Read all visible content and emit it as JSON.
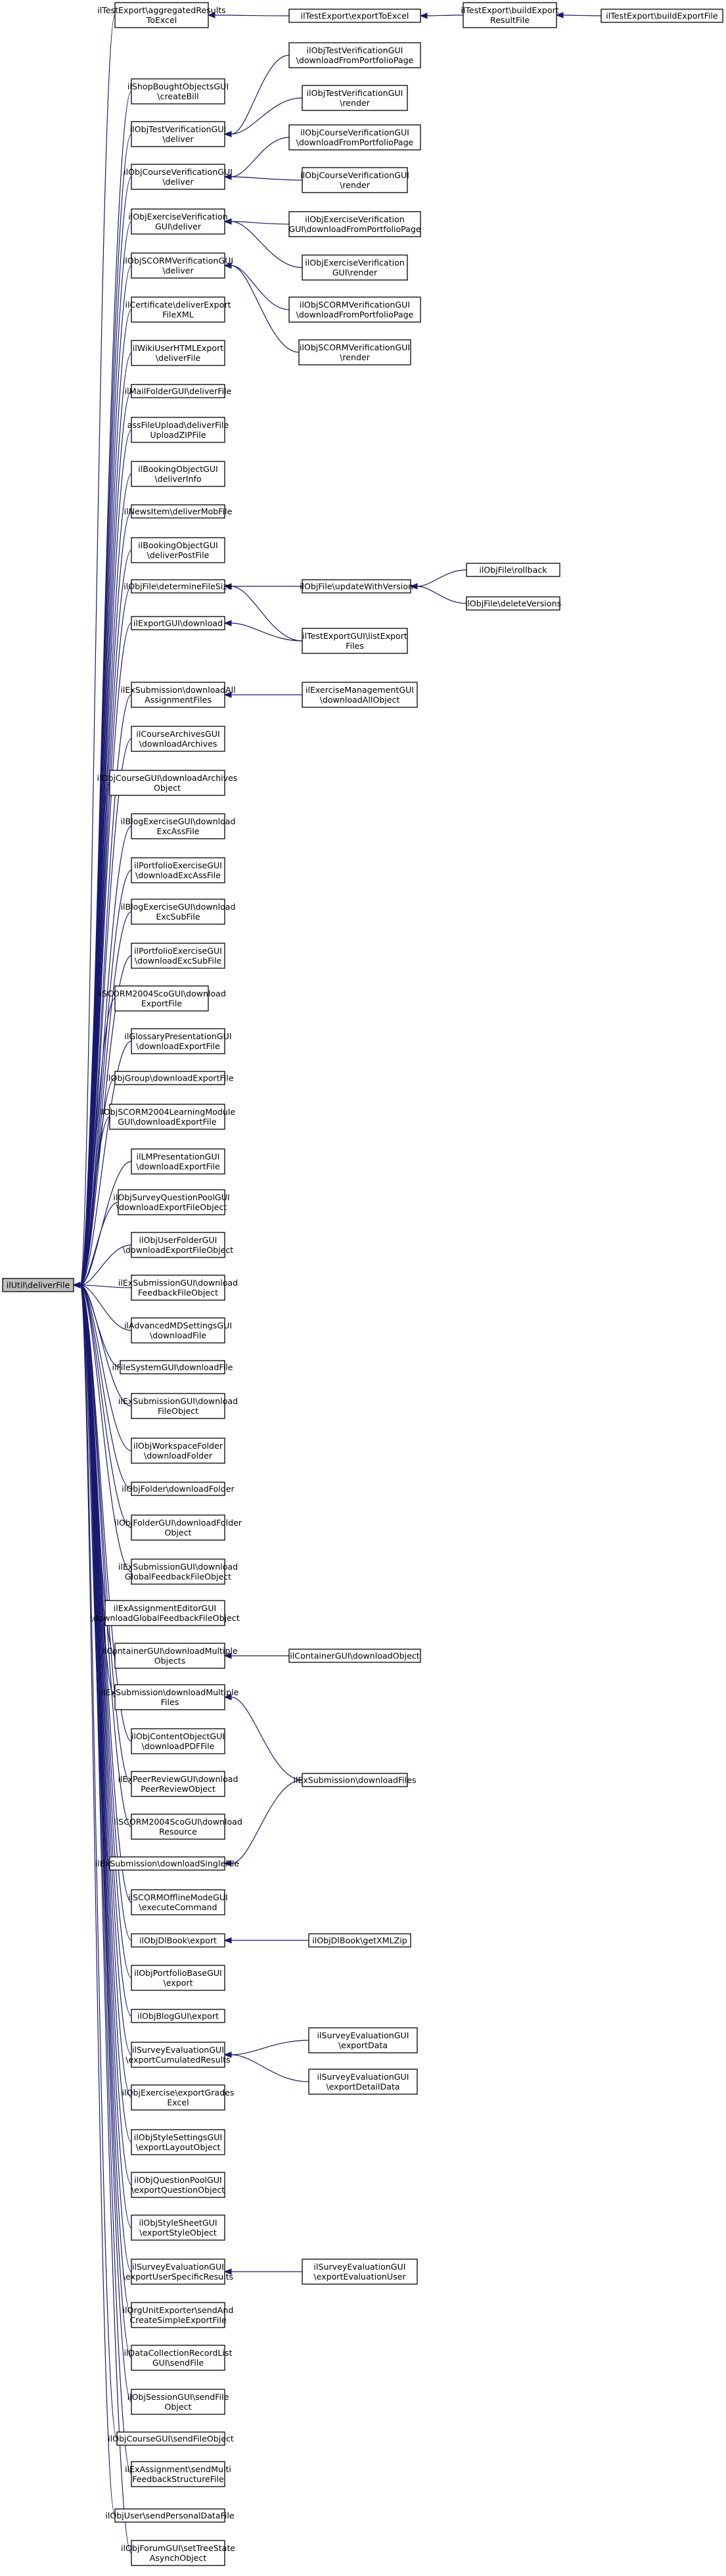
{
  "nodes": [
    {
      "id": "root",
      "lines": [
        "ilUtil\\deliverFile"
      ],
      "root": true
    },
    {
      "id": "n0",
      "lines": [
        "ilTestExport\\aggregatedResults",
        "ToExcel"
      ]
    },
    {
      "id": "n1",
      "lines": [
        "ilShopBoughtObjectsGUI",
        "\\createBill"
      ]
    },
    {
      "id": "n2",
      "lines": [
        "ilObjTestVerificationGUI",
        "\\deliver"
      ]
    },
    {
      "id": "n3",
      "lines": [
        "ilObjCourseVerificationGUI",
        "\\deliver"
      ]
    },
    {
      "id": "n4",
      "lines": [
        "ilObjExerciseVerification",
        "GUI\\deliver"
      ]
    },
    {
      "id": "n5",
      "lines": [
        "ilObjSCORMVerificationGUI",
        "\\deliver"
      ]
    },
    {
      "id": "n6",
      "lines": [
        "ilCertificate\\deliverExport",
        "FileXML"
      ]
    },
    {
      "id": "n7",
      "lines": [
        "ilWikiUserHTMLExport",
        "\\deliverFile"
      ]
    },
    {
      "id": "n8",
      "lines": [
        "ilMailFolderGUI\\deliverFile"
      ]
    },
    {
      "id": "n9",
      "lines": [
        "assFileUpload\\deliverFile",
        "UploadZIPFile"
      ]
    },
    {
      "id": "n10",
      "lines": [
        "ilBookingObjectGUI",
        "\\deliverInfo"
      ]
    },
    {
      "id": "n11",
      "lines": [
        "ilNewsItem\\deliverMobFile"
      ]
    },
    {
      "id": "n12",
      "lines": [
        "ilBookingObjectGUI",
        "\\deliverPostFile"
      ]
    },
    {
      "id": "n13",
      "lines": [
        "ilObjFile\\determineFileSize"
      ]
    },
    {
      "id": "n14",
      "lines": [
        "ilExportGUI\\download"
      ]
    },
    {
      "id": "n15",
      "lines": [
        "ilExSubmission\\downloadAll",
        "AssignmentFiles"
      ]
    },
    {
      "id": "n16",
      "lines": [
        "ilCourseArchivesGUI",
        "\\downloadArchives"
      ]
    },
    {
      "id": "n17",
      "lines": [
        "ilObjCourseGUI\\downloadArchives",
        "Object"
      ]
    },
    {
      "id": "n18",
      "lines": [
        "ilBlogExerciseGUI\\download",
        "ExcAssFile"
      ]
    },
    {
      "id": "n19",
      "lines": [
        "ilPortfolioExerciseGUI",
        "\\downloadExcAssFile"
      ]
    },
    {
      "id": "n20",
      "lines": [
        "ilBlogExerciseGUI\\download",
        "ExcSubFile"
      ]
    },
    {
      "id": "n21",
      "lines": [
        "ilPortfolioExerciseGUI",
        "\\downloadExcSubFile"
      ]
    },
    {
      "id": "n22",
      "lines": [
        "ilSCORM2004ScoGUI\\download",
        "ExportFile"
      ]
    },
    {
      "id": "n23",
      "lines": [
        "ilGlossaryPresentationGUI",
        "\\downloadExportFile"
      ]
    },
    {
      "id": "n24",
      "lines": [
        "ilObjGroup\\downloadExportFile"
      ]
    },
    {
      "id": "n25",
      "lines": [
        "ilObjSCORM2004LearningModule",
        "GUI\\downloadExportFile"
      ]
    },
    {
      "id": "n26",
      "lines": [
        "ilLMPresentationGUI",
        "\\downloadExportFile"
      ]
    },
    {
      "id": "n27",
      "lines": [
        "ilObjSurveyQuestionPoolGUI",
        "\\downloadExportFileObject"
      ]
    },
    {
      "id": "n28",
      "lines": [
        "ilObjUserFolderGUI",
        "\\downloadExportFileObject"
      ]
    },
    {
      "id": "n29",
      "lines": [
        "ilExSubmissionGUI\\download",
        "FeedbackFileObject"
      ]
    },
    {
      "id": "n30",
      "lines": [
        "ilAdvancedMDSettingsGUI",
        "\\downloadFile"
      ]
    },
    {
      "id": "n31",
      "lines": [
        "ilFileSystemGUI\\downloadFile"
      ]
    },
    {
      "id": "n32",
      "lines": [
        "ilExSubmissionGUI\\download",
        "FileObject"
      ]
    },
    {
      "id": "n33",
      "lines": [
        "ilObjWorkspaceFolder",
        "\\downloadFolder"
      ]
    },
    {
      "id": "n34",
      "lines": [
        "ilObjFolder\\downloadFolder"
      ]
    },
    {
      "id": "n35",
      "lines": [
        "ilObjFolderGUI\\downloadFolder",
        "Object"
      ]
    },
    {
      "id": "n36",
      "lines": [
        "ilExSubmissionGUI\\download",
        "GlobalFeedbackFileObject"
      ]
    },
    {
      "id": "n37",
      "lines": [
        "ilExAssignmentEditorGUI",
        "\\downloadGlobalFeedbackFileObject"
      ]
    },
    {
      "id": "n38",
      "lines": [
        "ilContainerGUI\\downloadMultiple",
        "Objects"
      ]
    },
    {
      "id": "n39",
      "lines": [
        "ilExSubmission\\downloadMultiple",
        "Files"
      ]
    },
    {
      "id": "n40",
      "lines": [
        "ilObjContentObjectGUI",
        "\\downloadPDFFile"
      ]
    },
    {
      "id": "n41",
      "lines": [
        "ilExPeerReviewGUI\\download",
        "PeerReviewObject"
      ]
    },
    {
      "id": "n42",
      "lines": [
        "ilSCORM2004ScoGUI\\download",
        "Resource"
      ]
    },
    {
      "id": "n43",
      "lines": [
        "ilExSubmission\\downloadSingleFile"
      ]
    },
    {
      "id": "n44",
      "lines": [
        "ilSCORMOfflineModeGUI",
        "\\executeCommand"
      ]
    },
    {
      "id": "n45",
      "lines": [
        "ilObjDlBook\\export"
      ]
    },
    {
      "id": "n46",
      "lines": [
        "ilObjPortfolioBaseGUI",
        "\\export"
      ]
    },
    {
      "id": "n47",
      "lines": [
        "ilObjBlogGUI\\export"
      ]
    },
    {
      "id": "n48",
      "lines": [
        "ilSurveyEvaluationGUI",
        "\\exportCumulatedResults"
      ]
    },
    {
      "id": "n49",
      "lines": [
        "ilObjExercise\\exportGrades",
        "Excel"
      ]
    },
    {
      "id": "n50",
      "lines": [
        "ilObjStyleSettingsGUI",
        "\\exportLayoutObject"
      ]
    },
    {
      "id": "n51",
      "lines": [
        "ilObjQuestionPoolGUI",
        "\\exportQuestionObject"
      ]
    },
    {
      "id": "n52",
      "lines": [
        "ilObjStyleSheetGUI",
        "\\exportStyleObject"
      ]
    },
    {
      "id": "n53",
      "lines": [
        "ilSurveyEvaluationGUI",
        "\\exportUserSpecificResults"
      ]
    },
    {
      "id": "n54",
      "lines": [
        "ilOrgUnitExporter\\sendAnd",
        "CreateSimpleExportFile"
      ]
    },
    {
      "id": "n55",
      "lines": [
        "ilDataCollectionRecordList",
        "GUI\\sendFile"
      ]
    },
    {
      "id": "n56",
      "lines": [
        "ilObjSessionGUI\\sendFile",
        "Object"
      ]
    },
    {
      "id": "n57",
      "lines": [
        "ilObjCourseGUI\\sendFileObject"
      ]
    },
    {
      "id": "n58",
      "lines": [
        "ilExAssignment\\sendMulti",
        "FeedbackStructureFile"
      ]
    },
    {
      "id": "n59",
      "lines": [
        "ilObjUser\\sendPersonalDataFile"
      ]
    },
    {
      "id": "n60",
      "lines": [
        "ilObjForumGUI\\setTreeState",
        "AsynchObject"
      ]
    },
    {
      "id": "m0",
      "lines": [
        "ilTestExport\\exportToExcel"
      ]
    },
    {
      "id": "m1",
      "lines": [
        "ilObjTestVerificationGUI",
        "\\downloadFromPortfolioPage"
      ]
    },
    {
      "id": "m2",
      "lines": [
        "ilObjTestVerificationGUI",
        "\\render"
      ]
    },
    {
      "id": "m3",
      "lines": [
        "ilObjCourseVerificationGUI",
        "\\downloadFromPortfolioPage"
      ]
    },
    {
      "id": "m4",
      "lines": [
        "ilObjCourseVerificationGUI",
        "\\render"
      ]
    },
    {
      "id": "m5",
      "lines": [
        "ilObjExerciseVerification",
        "GUI\\downloadFromPortfolioPage"
      ]
    },
    {
      "id": "m6",
      "lines": [
        "ilObjExerciseVerification",
        "GUI\\render"
      ]
    },
    {
      "id": "m7",
      "lines": [
        "ilObjSCORMVerificationGUI",
        "\\downloadFromPortfolioPage"
      ]
    },
    {
      "id": "m8",
      "lines": [
        "ilObjSCORMVerificationGUI",
        "\\render"
      ]
    },
    {
      "id": "m9",
      "lines": [
        "ilObjFile\\updateWithVersion"
      ]
    },
    {
      "id": "m10",
      "lines": [
        "ilTestExportGUI\\listExport",
        "Files"
      ]
    },
    {
      "id": "m11",
      "lines": [
        "ilExerciseManagementGUI",
        "\\downloadAllObject"
      ]
    },
    {
      "id": "m12",
      "lines": [
        "ilContainerGUI\\downloadObject"
      ]
    },
    {
      "id": "m13",
      "lines": [
        "ilExSubmission\\downloadFiles"
      ]
    },
    {
      "id": "m14",
      "lines": [
        "ilObjDlBook\\getXMLZip"
      ]
    },
    {
      "id": "m15",
      "lines": [
        "ilSurveyEvaluationGUI",
        "\\exportData"
      ]
    },
    {
      "id": "m16",
      "lines": [
        "ilSurveyEvaluationGUI",
        "\\exportDetailData"
      ]
    },
    {
      "id": "m17",
      "lines": [
        "ilSurveyEvaluationGUI",
        "\\exportEvaluationUser"
      ]
    },
    {
      "id": "p0",
      "lines": [
        "ilTestExport\\buildExport",
        "ResultFile"
      ]
    },
    {
      "id": "p1",
      "lines": [
        "ilObjFile\\rollback"
      ]
    },
    {
      "id": "p2",
      "lines": [
        "ilObjFile\\deleteVersions"
      ]
    },
    {
      "id": "q0",
      "lines": [
        "ilTestExport\\buildExportFile"
      ]
    }
  ]
}
